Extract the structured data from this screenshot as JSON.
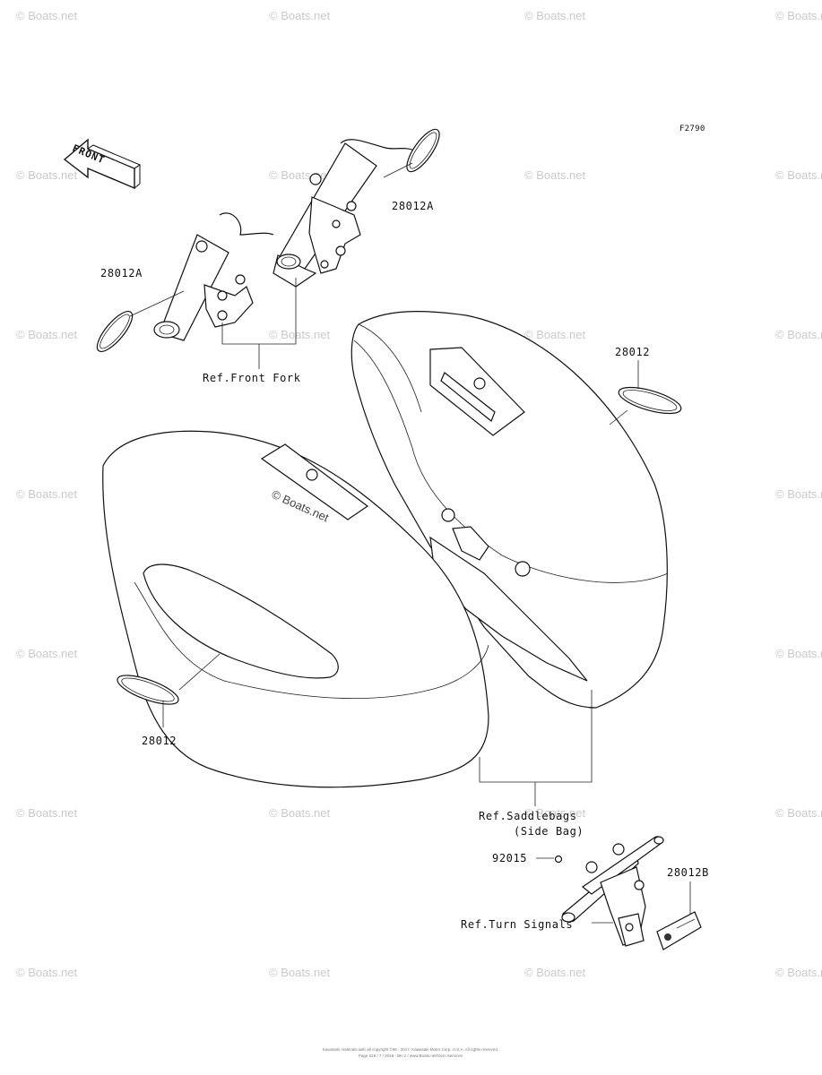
{
  "figure_code": "F2790",
  "front_arrow_label": "FRONT",
  "callouts": {
    "p28012A_top": "28012A",
    "p28012A_left": "28012A",
    "p28012_right": "28012",
    "p28012_left": "28012",
    "p92015": "92015",
    "p28012B": "28012B"
  },
  "references": {
    "front_fork": "Ref.Front Fork",
    "saddlebags_line1": "Ref.Saddlebags",
    "saddlebags_line2": "(Side Bag)",
    "turn_signals": "Ref.Turn Signals"
  },
  "watermark": "© Boats.net",
  "center_watermark": "© Boats.net",
  "footer": {
    "line1": "Kawasaki materials with all copyright ©95 - 2017, Kawasaki Motor Corp, U.S.A. All rights reserved.",
    "line2": "Page 619 / 7 / 2018 - BK-2 / www.Boats.net/Oem Services"
  }
}
